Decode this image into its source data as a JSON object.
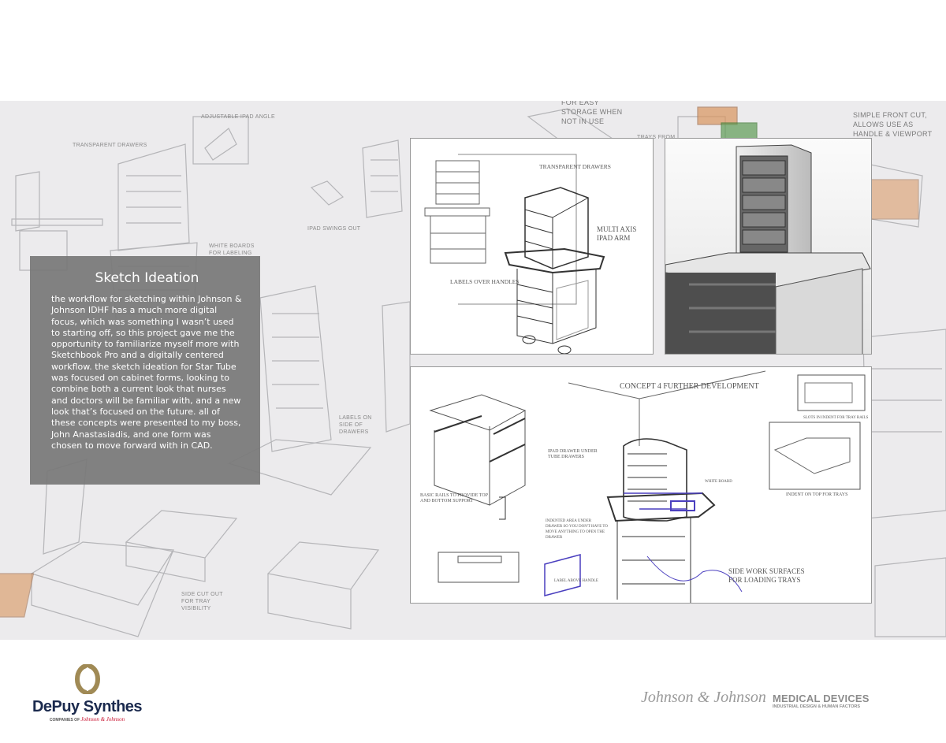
{
  "text_panel": {
    "title": "Sketch Ideation",
    "body": "the workflow for sketching within Johnson & Johnson IDHF has a much more digital focus, which was something I wasn’t used to starting off, so this project gave me the opportunity to familiarize myself more with Sketchbook Pro and a digitally centered workflow. the sketch ideation for Star Tube was focused on cabinet forms, looking to combine both a current look that nurses and doctors will be familiar with, and a new look that’s focused on the future. all of these concepts were presented to my boss, John Anastasiadis, and one form was chosen to move forward with in CAD."
  },
  "background_notes": {
    "transparent_drawers": "Transparent drawers",
    "adjustable_ipad": "Adjustable iPad angle",
    "white_boards": "White boards for labeling",
    "ipad_swings": "iPad swings out",
    "labels_side": "Labels on side of drawers",
    "side_cut": "Side cut out for tray visibility",
    "easy_storage": "For easy storage when not in use",
    "trays_from": "Trays from",
    "simple_front_cut": "Simple front cut, allows use as handle & viewport"
  },
  "sketch_panel_1": {
    "transparent_drawers": "Transparent drawers",
    "ipad_arm": "Multi axis iPad arm",
    "labels_over_handles": "Labels over handles"
  },
  "sketch_panel_3": {
    "title": "Concept 4 further development",
    "basic_rails": "Basic rails to provide top and bottom support",
    "ipad_drawer": "iPad drawer under tube drawers",
    "white_board": "White board",
    "indented_area": "Indented area under drawer so you don't have to move anything to open the drawer",
    "label_above_handle": "Label above handle",
    "slots": "Slots in indent for tray rails",
    "indent_top": "Indent on top for trays",
    "side_work": "Side work surfaces for loading trays"
  },
  "colors": {
    "band": "#ecebed",
    "text_panel": "#787878",
    "sketch_accent": "#4a3fbf",
    "tray_orange": "#d9955e",
    "depuy_navy": "#1b2a4e",
    "depuy_gold": "#a08a55",
    "jj_red": "#c8102e"
  },
  "footer": {
    "left_logo": {
      "name": "DePuy Synthes",
      "tagline": "COMPANIES OF",
      "tagline_brand": "Johnson & Johnson"
    },
    "right_logo": {
      "brand": "Johnson & Johnson",
      "division": "MEDICAL DEVICES",
      "subdivision": "INDUSTRIAL DESIGN & HUMAN FACTORS"
    }
  }
}
